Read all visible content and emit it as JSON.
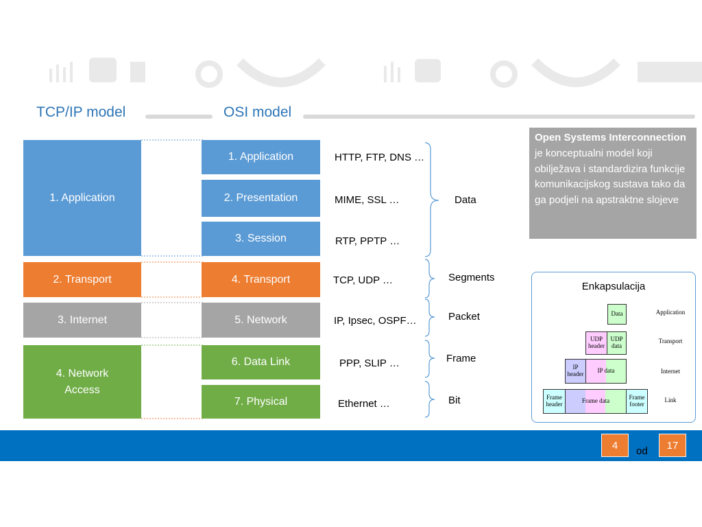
{
  "headings": {
    "tcpip": "TCP/IP model",
    "osi": "OSI model"
  },
  "tcpip_layers": [
    "1. Application",
    "2. Transport",
    "3. Internet",
    "4. Network Access"
  ],
  "osi_layers": [
    "1. Application",
    "2. Presentation",
    "3. Session",
    "4. Transport",
    "5. Network",
    "6. Data Link",
    "7. Physical"
  ],
  "protocols": [
    "HTTP, FTP, DNS …",
    "MIME, SSL …",
    "RTP, PPTP …",
    "TCP, UDP …",
    "IP, Ipsec, OSPF…",
    "PPP, SLIP …",
    "Ethernet …"
  ],
  "units": [
    "Data",
    "Segments",
    "Packet",
    "Frame",
    "Bit"
  ],
  "info": {
    "bold": "Open Systems Interconnection",
    "text": " je konceptualni model koji obilježava i standardizira funkcije komunikacijskog sustava tako da ga podjeli na apstraktne slojeve"
  },
  "encapsulation": {
    "title": "Enkapsulacija",
    "cells": {
      "data": "Data",
      "udp_header": "UDP header",
      "udp_data": "UDP data",
      "ip_header": "IP header",
      "ip_data": "IP data",
      "frame_header": "Frame header",
      "frame_data": "Frame data",
      "frame_footer": "Frame footer"
    },
    "layers": [
      "Application",
      "Transport",
      "Internet",
      "Link"
    ]
  },
  "pagination": {
    "current": "4",
    "separator": "od",
    "total": "17"
  },
  "colors": {
    "blue": "#5B9BD5",
    "orange": "#ED7D31",
    "gray": "#A5A5A5",
    "green": "#70AD47",
    "footer": "#0070C0"
  }
}
